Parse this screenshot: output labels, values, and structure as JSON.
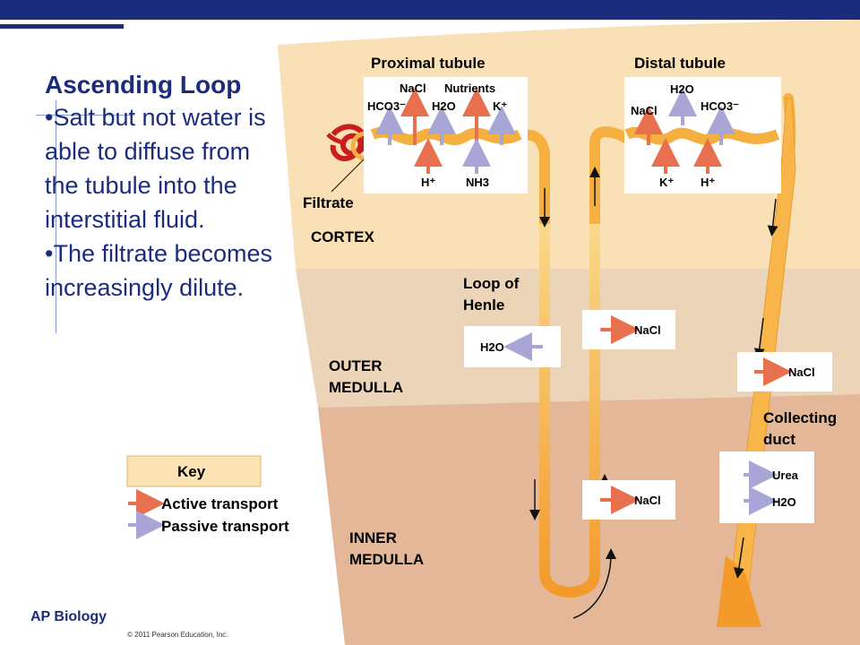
{
  "slide": {
    "heading": "Ascending Loop",
    "bullets": [
      "•Salt but not water is able to diffuse from the tubule into the interstitial fluid.",
      "•The filtrate becomes increasingly dilute."
    ],
    "footer": "AP Biology",
    "copyright": "© 2011 Pearson Education, Inc."
  },
  "diagram": {
    "regions": {
      "cortex": "CORTEX",
      "outer_medulla": [
        "OUTER",
        "MEDULLA"
      ],
      "inner_medulla": [
        "INNER",
        "MEDULLA"
      ]
    },
    "labels": {
      "proximal_tubule": "Proximal tubule",
      "distal_tubule": "Distal tubule",
      "filtrate": "Filtrate",
      "loop_of_henle": [
        "Loop of",
        "Henle"
      ],
      "collecting_duct": [
        "Collecting",
        "duct"
      ]
    },
    "proximal_box": {
      "top": [
        "HCO3⁻",
        "NaCl",
        "Nutrients",
        "H2O",
        "K⁺"
      ],
      "bottom": [
        "H⁺",
        "NH3"
      ]
    },
    "distal_box": {
      "top": [
        "H2O",
        "NaCl",
        "HCO3⁻"
      ],
      "bottom": [
        "K⁺",
        "H⁺"
      ]
    },
    "loop_boxes": {
      "water": "H2O",
      "salt_outer": "NaCl",
      "salt_inner": "NaCl",
      "salt_duct": "NaCl",
      "urea": "Urea",
      "water_duct": "H2O"
    },
    "key": {
      "title": "Key",
      "active": "Active transport",
      "passive": "Passive transport"
    },
    "colors": {
      "active": "#e8704e",
      "passive": "#a7a6d6",
      "tubule": "#f6b040",
      "cortex_bg": "#fae0b6",
      "outer_medulla_bg": "#ecd4b8",
      "inner_medulla_bg": "#e3b797",
      "title_blue": "#1c2c7c"
    }
  }
}
